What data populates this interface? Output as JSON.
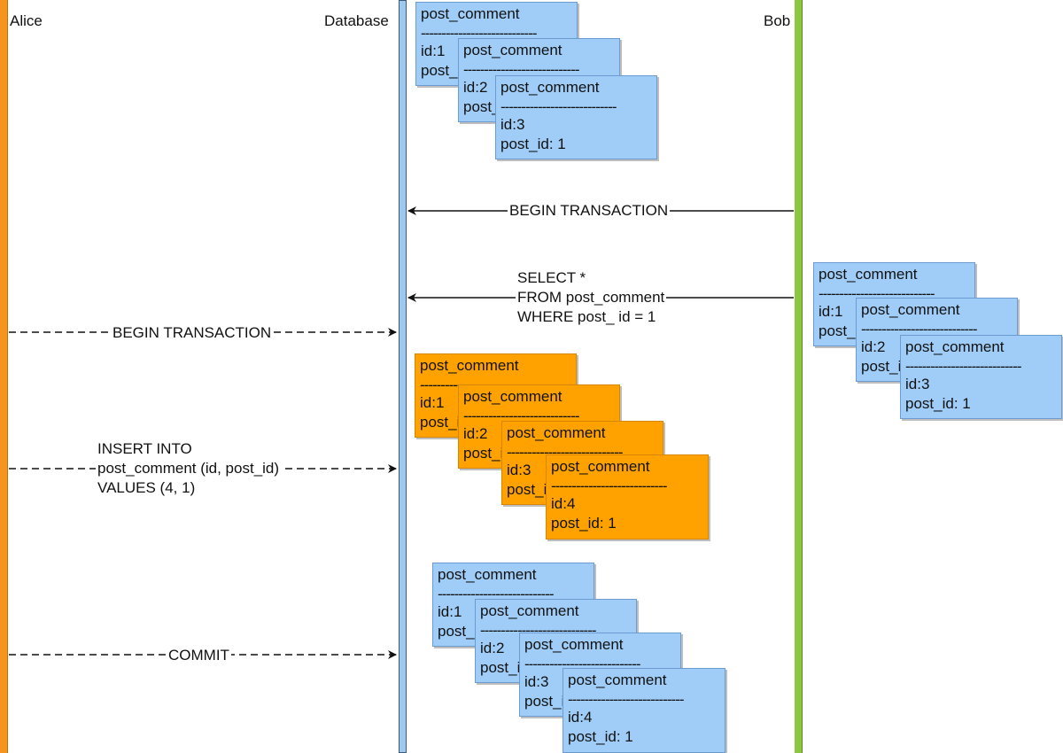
{
  "lanes": {
    "alice": "Alice",
    "database": "Database",
    "bob": "Bob"
  },
  "messages": {
    "bob_begin": "BEGIN TRANSACTION",
    "bob_select": [
      "SELECT *",
      "FROM post_comment",
      "WHERE post_ id = 1"
    ],
    "alice_begin": "BEGIN TRANSACTION",
    "alice_insert": [
      "INSERT INTO",
      "post_comment (id, post_id)",
      "VALUES (4, 1)"
    ],
    "alice_commit": "COMMIT"
  },
  "card_title": "post_comment",
  "card_separator": "----------------------------",
  "groups": {
    "initial": [
      {
        "id": "id:1",
        "post_id": "post_id: 1"
      },
      {
        "id": "id:2",
        "post_id": "post_id: 1"
      },
      {
        "id": "id:3",
        "post_id": "post_id: 1"
      }
    ],
    "bob_result": [
      {
        "id": "id:1",
        "post_id": "post_id: 1"
      },
      {
        "id": "id:2",
        "post_id": "post_id: 1"
      },
      {
        "id": "id:3",
        "post_id": "post_id: 1"
      }
    ],
    "alice_insert": [
      {
        "id": "id:1",
        "post_id": "post_id: 1"
      },
      {
        "id": "id:2",
        "post_id": "post_id: 1"
      },
      {
        "id": "id:3",
        "post_id": "post_id: 1"
      },
      {
        "id": "id:4",
        "post_id": "post_id: 1"
      }
    ],
    "committed": [
      {
        "id": "id:1",
        "post_id": "post_id: 1"
      },
      {
        "id": "id:2",
        "post_id": "post_id: 1"
      },
      {
        "id": "id:3",
        "post_id": "post_id: 1"
      },
      {
        "id": "id:4",
        "post_id": "post_id: 1"
      }
    ]
  },
  "colors": {
    "alice_lane": "#f7941d",
    "database_lane": "#9dc8ef",
    "bob_lane": "#8dc63f",
    "committed_card": "#9fcdf7",
    "uncommitted_card": "#ffa200"
  }
}
